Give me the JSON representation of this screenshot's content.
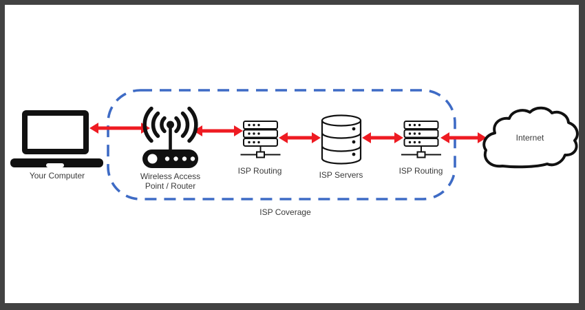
{
  "nodes": [
    {
      "label": "Your Computer",
      "icon": "laptop-icon"
    },
    {
      "label_line1": "Wireless Access",
      "label_line2": "Point / Router",
      "icon": "wifi-router-icon"
    },
    {
      "label": "ISP Routing",
      "icon": "server-rack-icon"
    },
    {
      "label": "ISP Servers",
      "icon": "database-icon"
    },
    {
      "label": "ISP Routing",
      "icon": "server-rack-icon"
    },
    {
      "label": "Internet",
      "icon": "cloud-icon"
    }
  ],
  "zone": {
    "label": "ISP Coverage",
    "border_style": "dashed",
    "border_color": "#3e6bc5"
  },
  "connections": [
    {
      "from": "Your Computer",
      "to": "Wireless Access Point / Router",
      "type": "bidirectional"
    },
    {
      "from": "Wireless Access Point / Router",
      "to": "ISP Routing",
      "type": "bidirectional"
    },
    {
      "from": "ISP Routing",
      "to": "ISP Servers",
      "type": "bidirectional"
    },
    {
      "from": "ISP Servers",
      "to": "ISP Routing",
      "type": "bidirectional"
    },
    {
      "from": "ISP Routing",
      "to": "Internet",
      "type": "bidirectional"
    }
  ],
  "colors": {
    "arrow_red": "#ee1b22",
    "zone_blue": "#3e6bc5",
    "icon_black": "#111111",
    "frame_gray": "#424242",
    "background": "#ffffff",
    "text": "#3a3a3a"
  }
}
